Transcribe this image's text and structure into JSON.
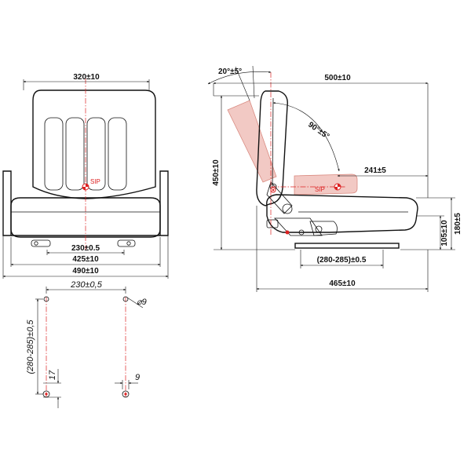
{
  "front_view": {
    "width_top": "320±10",
    "sip_label": "SIP",
    "bolt_spacing": "230±0.5",
    "rail_width": "425±10",
    "overall_width": "490±10"
  },
  "side_view": {
    "tilt_angle": "20°±5°",
    "depth_total": "500±10",
    "back_angle": "90°±5°",
    "sip_offset": "241±5",
    "sip_label": "SIP",
    "height_total": "450±10",
    "seat_height": "180±5",
    "rail_height": "105±10",
    "rail_slot": "(280-285)±0.5",
    "base_depth": "465±10"
  },
  "mount_detail": {
    "spacing": "230±0,5",
    "hole_diameter": "⌀9",
    "slot_length": "(280-285)±0,5",
    "offset": "17",
    "slot_width": "9"
  },
  "colors": {
    "outline": "#111111",
    "centerline": "#dd2222",
    "ghost_backrest": "#f2c9c4"
  }
}
